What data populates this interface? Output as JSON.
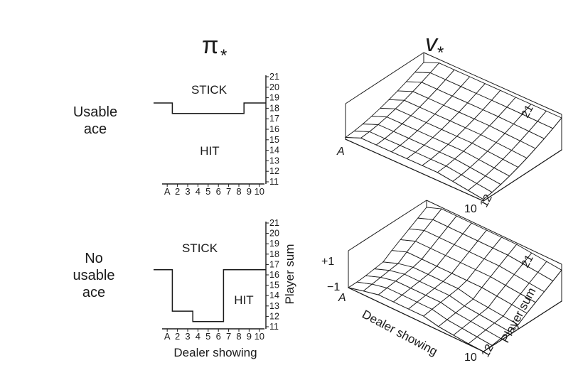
{
  "headers": {
    "policy": "π",
    "value": "v",
    "star": "*"
  },
  "rows": [
    {
      "label": [
        "Usable",
        "ace"
      ]
    },
    {
      "label": [
        "No",
        "usable",
        "ace"
      ]
    }
  ],
  "chart_data": [
    {
      "type": "step",
      "panel": "policy-usable-ace",
      "regions": [
        "STICK",
        "HIT"
      ],
      "x_ticks": [
        "A",
        "2",
        "3",
        "4",
        "5",
        "6",
        "7",
        "8",
        "9",
        "10"
      ],
      "y_ticks": [
        "11",
        "12",
        "13",
        "14",
        "15",
        "16",
        "17",
        "18",
        "19",
        "20",
        "21"
      ],
      "ylim": [
        11,
        21
      ],
      "stick_threshold": [
        19,
        18,
        18,
        18,
        18,
        18,
        18,
        18,
        19,
        19
      ],
      "xlabel": "",
      "ylabel": ""
    },
    {
      "type": "step",
      "panel": "policy-no-usable-ace",
      "regions": [
        "STICK",
        "HIT"
      ],
      "x_ticks": [
        "A",
        "2",
        "3",
        "4",
        "5",
        "6",
        "7",
        "8",
        "9",
        "10"
      ],
      "y_ticks": [
        "11",
        "12",
        "13",
        "14",
        "15",
        "16",
        "17",
        "18",
        "19",
        "20",
        "21"
      ],
      "ylim": [
        11,
        21
      ],
      "stick_threshold": [
        17,
        13,
        13,
        12,
        12,
        12,
        17,
        17,
        17,
        17
      ],
      "xlabel": "Dealer showing",
      "ylabel": "Player sum"
    },
    {
      "type": "surface",
      "panel": "value-usable-ace",
      "corner_labels": {
        "dealer_start": "A",
        "dealer_end": "10",
        "sum_start": "12",
        "sum_end": "21"
      },
      "z_range": [
        -1,
        1
      ]
    },
    {
      "type": "surface",
      "panel": "value-no-usable-ace",
      "corner_labels": {
        "dealer_start": "A",
        "dealer_end": "10",
        "sum_start": "12",
        "sum_end": "21"
      },
      "z_ticks": [
        "+1",
        "−1"
      ],
      "z_range": [
        -1,
        1
      ],
      "xlabel": "Dealer showing",
      "ylabel": "Player sum"
    }
  ]
}
